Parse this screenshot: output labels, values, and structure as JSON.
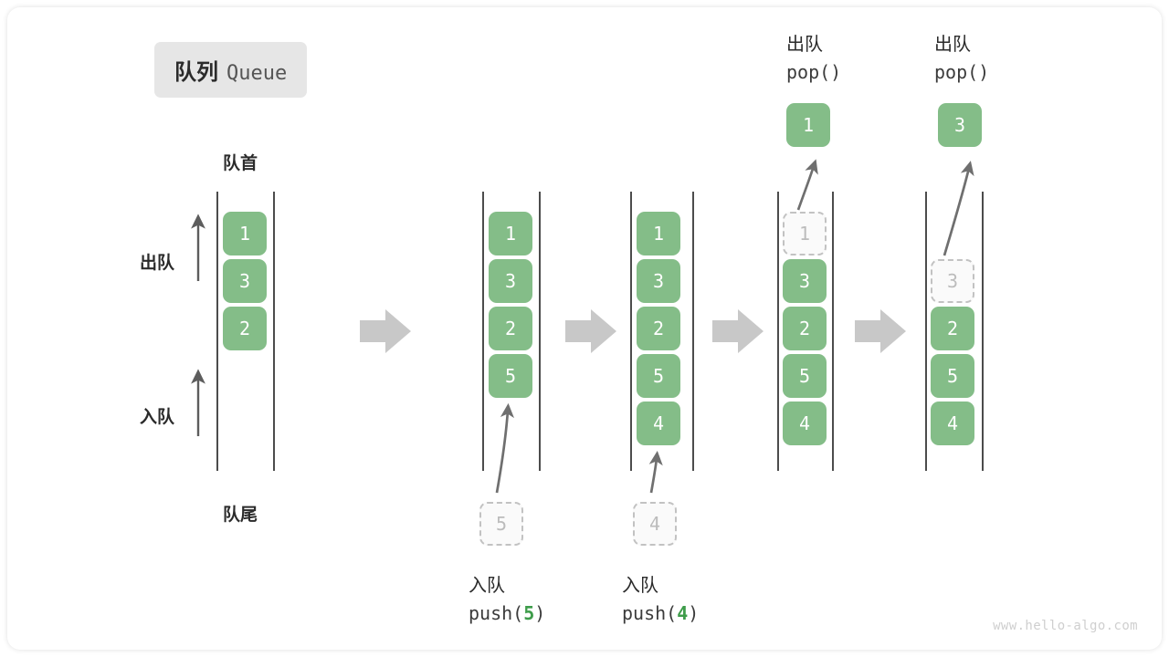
{
  "title": {
    "cn": "队列",
    "en": "Queue"
  },
  "watermark": "www.hello-algo.com",
  "labels": {
    "head": "队首",
    "tail": "队尾",
    "dequeue": "出队",
    "enqueue": "入队"
  },
  "colors": {
    "element": "#84bd88",
    "ghost_border": "#c2c2c2",
    "ghost_text": "#bcbcbc",
    "rail": "#4c4c4c",
    "flow_arrow": "#c8c8c8",
    "arg_green": "#3e9c4a",
    "badge_bg": "#e6e6e6"
  },
  "columns": [
    {
      "name": "initial-queue",
      "items": [
        "1",
        "3",
        "2"
      ],
      "ghost": null,
      "op_cn": null,
      "op_code": null,
      "op_arg": null
    },
    {
      "name": "after-push-5",
      "items": [
        "1",
        "3",
        "2",
        "5"
      ],
      "ghost": "5",
      "op_cn": "入队",
      "op_code_pre": "push(",
      "op_arg": "5",
      "op_code_post": ")"
    },
    {
      "name": "after-push-4",
      "items": [
        "1",
        "3",
        "2",
        "5",
        "4"
      ],
      "ghost": "4",
      "op_cn": "入队",
      "op_code_pre": "push(",
      "op_arg": "4",
      "op_code_post": ")"
    },
    {
      "name": "after-pop-1",
      "items": [
        "3",
        "2",
        "5",
        "4"
      ],
      "ghost": "1",
      "popped": "1",
      "op_cn": "出队",
      "op_code_pre": "pop()",
      "op_arg": "",
      "op_code_post": ""
    },
    {
      "name": "after-pop-3",
      "items": [
        "2",
        "5",
        "4"
      ],
      "ghost": "3",
      "popped": "3",
      "op_cn": "出队",
      "op_code_pre": "pop()",
      "op_arg": "",
      "op_code_post": ""
    }
  ],
  "flow_arrows": 4
}
